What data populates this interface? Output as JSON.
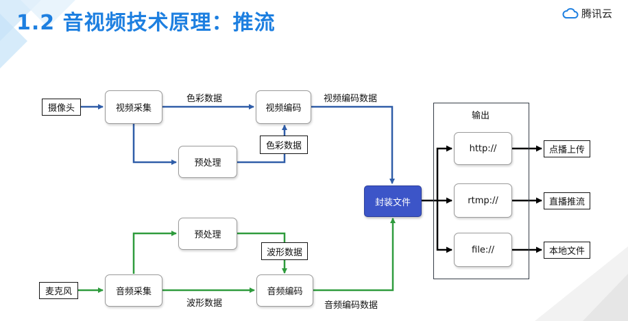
{
  "slide": {
    "title": "1.2 音视频技术原理：推流",
    "logo_text": "腾讯云",
    "logo_icon": "cloud-icon"
  },
  "colors": {
    "title": "#1d7fe0",
    "video_path": "#2f5da8",
    "audio_path": "#2e9b3c",
    "encapsulate_box": "#3c55c8",
    "output_arrows": "#000000"
  },
  "video": {
    "source": "摄像头",
    "capture": "视频采集",
    "preprocess": "预处理",
    "encode": "视频编码",
    "raw_label": "色彩数据",
    "raw_label_boxed": "色彩数据",
    "encoded_label": "视频编码数据"
  },
  "audio": {
    "source": "麦克风",
    "capture": "音频采集",
    "preprocess": "预处理",
    "encode": "音频编码",
    "raw_label": "波形数据",
    "raw_label_boxed": "波形数据",
    "encoded_label": "音频编码数据"
  },
  "encapsulate": "封装文件",
  "output": {
    "title": "输出",
    "items": [
      {
        "protocol": "http://",
        "target": "点播上传"
      },
      {
        "protocol": "rtmp://",
        "target": "直播推流"
      },
      {
        "protocol": "file://",
        "target": "本地文件"
      }
    ]
  }
}
